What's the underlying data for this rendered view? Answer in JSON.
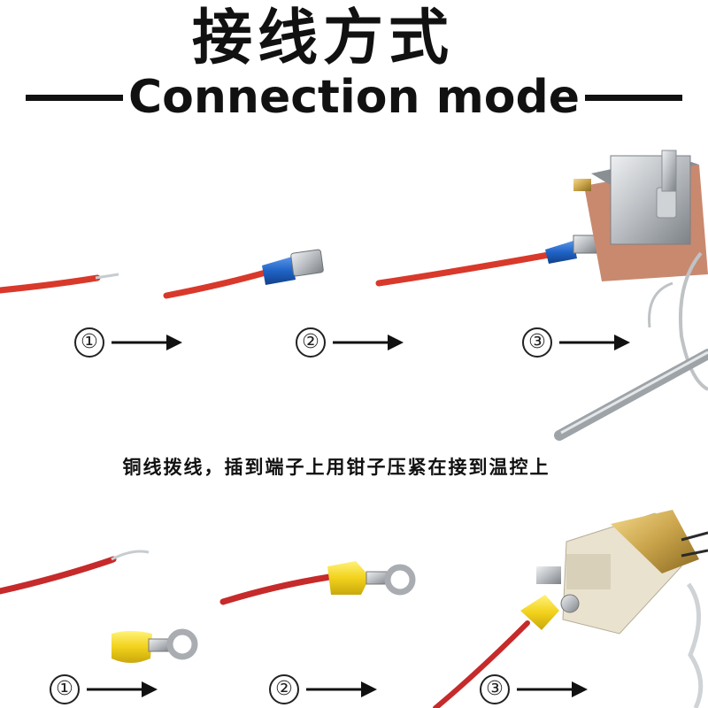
{
  "header": {
    "title_cn": "接线方式",
    "title_en": "Connection mode",
    "dash_left": "——",
    "dash_right": "——"
  },
  "top_row": {
    "steps": [
      {
        "marker": "①"
      },
      {
        "marker": "②"
      },
      {
        "marker": "③"
      }
    ]
  },
  "caption": "铜线拨线，插到端子上用钳子压紧在接到温控上",
  "bottom_row": {
    "steps": [
      {
        "marker": "①"
      },
      {
        "marker": "②"
      },
      {
        "marker": "③"
      }
    ]
  },
  "colors": {
    "wire_red": "#d8392b",
    "blue_terminal": "#1f63c6",
    "yellow_terminal": "#f2d21c",
    "thermostat_body": "#c9896f",
    "ceramic_body": "#e9e2cf",
    "metal": "#b8bcc0"
  }
}
